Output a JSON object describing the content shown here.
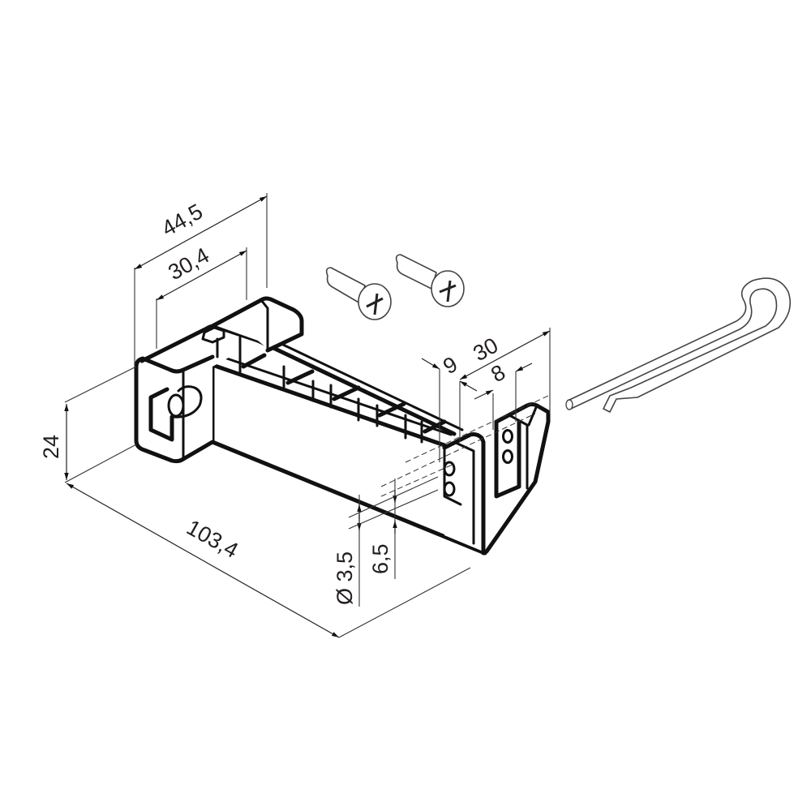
{
  "drawing": {
    "type": "isometric technical drawing",
    "subject": "cable ladder bracket with screws and split pin",
    "line_color": "#111111",
    "background": "#ffffff"
  },
  "dimensions": {
    "overall_width": "44,5",
    "inner_width": "30,4",
    "height": "24",
    "length": "103,4",
    "end_offset": "9",
    "end_width": "30",
    "slot_width": "8",
    "hole_diameter": "Ø 3,5",
    "hole_spacing": "6,5"
  },
  "parts": {
    "bracket": "cable-ladder-bracket",
    "screws": [
      "phillips-screw-1",
      "phillips-screw-2"
    ],
    "pin": "split-pin"
  }
}
